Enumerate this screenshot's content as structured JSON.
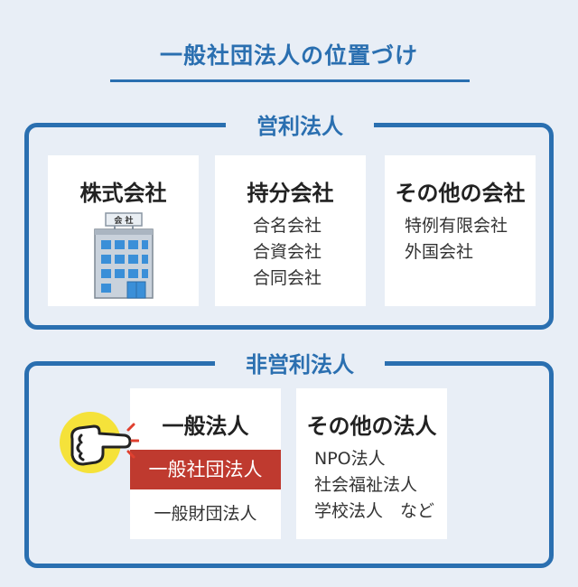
{
  "title": "一般社団法人の位置づけ",
  "for_profit": {
    "label": "営利法人",
    "cards": [
      {
        "title": "株式会社",
        "icon": "company-building-icon",
        "icon_sign": "会 社"
      },
      {
        "title": "持分会社",
        "items": [
          "合名会社",
          "合資会社",
          "合同会社"
        ]
      },
      {
        "title": "その他の会社",
        "items": [
          "特例有限会社",
          "外国会社"
        ]
      }
    ]
  },
  "non_profit": {
    "label": "非営利法人",
    "general": {
      "title": "一般法人",
      "highlighted": "一般社団法人",
      "other": "一般財団法人",
      "pointer_icon": "pointing-hand-icon"
    },
    "other": {
      "title": "その他の法人",
      "items": [
        "NPO法人",
        "社会福祉法人",
        "学校法人　など"
      ]
    }
  },
  "colors": {
    "accent": "#2a6fb0",
    "background": "#e8eef6",
    "highlight": "#bf3a2f",
    "pointer_yellow": "#f5e23a"
  }
}
